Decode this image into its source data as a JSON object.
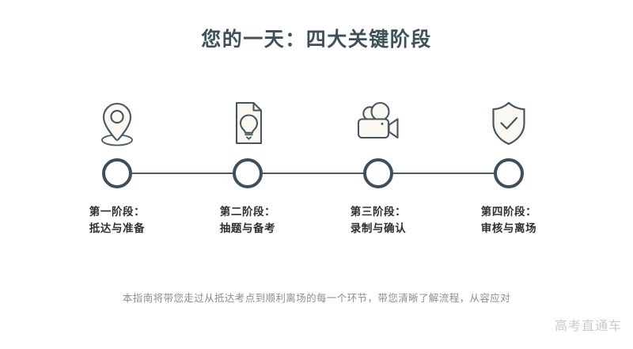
{
  "header": {
    "title": "您的一天：四大关键阶段"
  },
  "colors": {
    "background": "#ffffff",
    "title_text": "#3f5158",
    "node_stroke": "#3d4f59",
    "connector_line": "#4a5d67",
    "icon_stroke": "#45565f",
    "icon_fill": "#faf8f1",
    "label_text": "#2f2f2f",
    "footer_text": "#8d8d8d",
    "watermark_text": "#c9c9c9"
  },
  "timeline": {
    "stages": [
      {
        "index": "1",
        "icon": "location-pin-icon",
        "label_top": "第一阶段：",
        "label_bottom": "抵达与准备"
      },
      {
        "index": "2",
        "icon": "document-lightbulb-icon",
        "label_top": "第二阶段：",
        "label_bottom": "抽题与备考"
      },
      {
        "index": "3",
        "icon": "video-camera-icon",
        "label_top": "第三阶段：",
        "label_bottom": "录制与确认"
      },
      {
        "index": "4",
        "icon": "shield-check-icon",
        "label_top": "第四阶段：",
        "label_bottom": "审核与离场"
      }
    ]
  },
  "footer": {
    "note": "本指南将带您走过从抵达考点到顺利离场的每一个环节，带您清晰了解流程，从容应对",
    "watermark": "高考直通车"
  }
}
